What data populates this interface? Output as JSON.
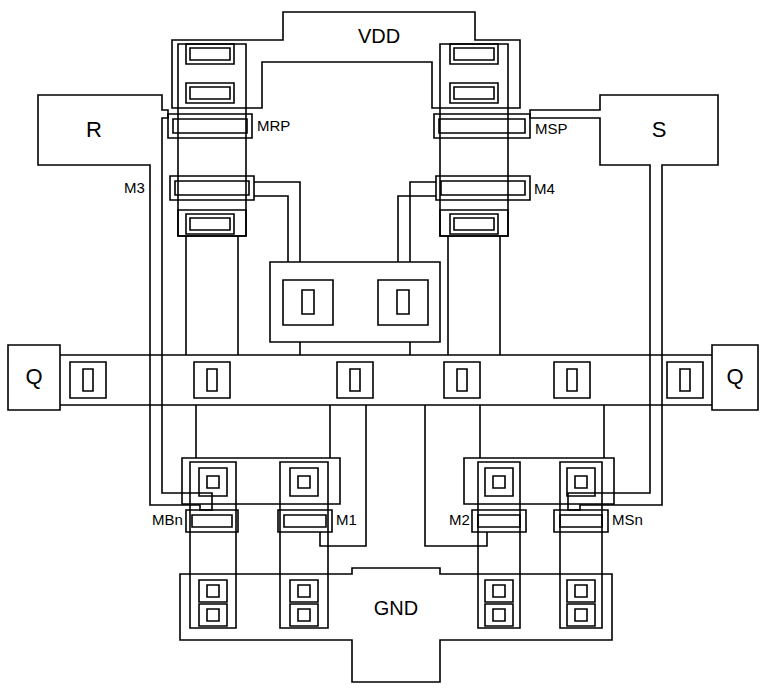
{
  "diagram": {
    "nodes": [
      {
        "text": [
          "VDD"
        ]
      },
      {
        "text": [
          "R"
        ]
      },
      {
        "text": [
          "S"
        ]
      },
      {
        "text": [
          "Q"
        ]
      },
      {
        "text": [
          "Q"
        ]
      },
      {
        "text": [
          "GND"
        ]
      }
    ],
    "labels": [
      "MRP",
      "MSP",
      "M3",
      "M4",
      "MBn",
      "M1",
      "M2",
      "MSn"
    ]
  }
}
